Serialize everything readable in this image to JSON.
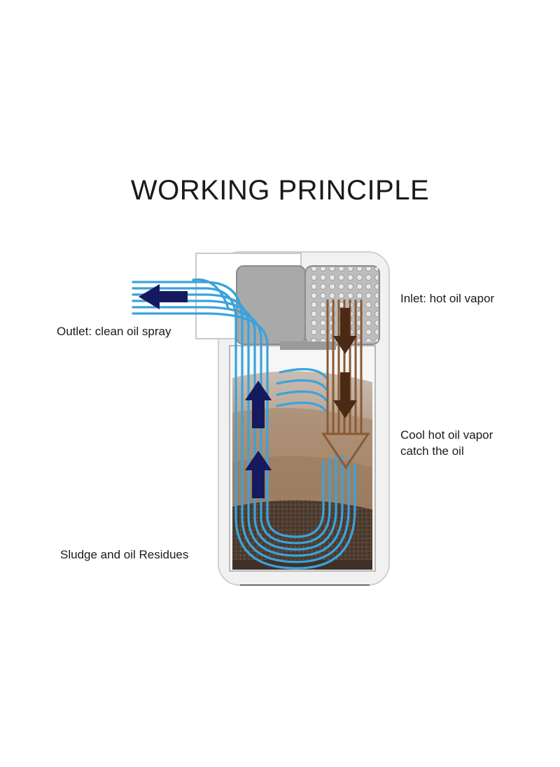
{
  "title": "WORKING PRINCIPLE",
  "labels": {
    "outlet": "Outlet: clean oil spray",
    "inlet": "Inlet: hot oil vapor",
    "cool_line1": "Cool hot oil vapor",
    "cool_line2": "catch the oil",
    "sludge": "Sludge and oil Residues"
  },
  "colors": {
    "clean_flow": "#3aa3dc",
    "flow_arrow": "#151a5e",
    "vapor_flow": "#8a5a34",
    "vapor_arrow": "#4a2a14",
    "sludge": "#5b4636"
  },
  "icons": [
    "arrow-left-icon",
    "arrow-up-icon",
    "arrow-down-icon",
    "hollow-arrow-down-icon"
  ]
}
